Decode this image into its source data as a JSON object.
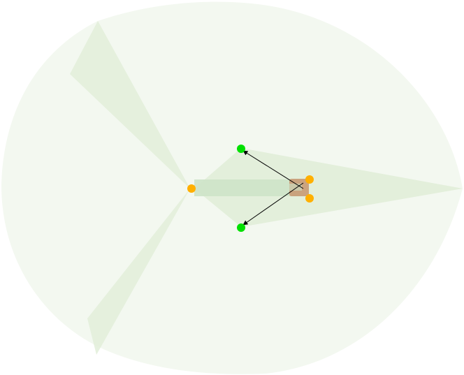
{
  "colors": {
    "background": "#ffffff",
    "coverage_region": "#f3f8f0",
    "sensor_cone": "#e2eed9",
    "corridor": "#cde3c8",
    "agent_body": "#c89a74",
    "anchor_node": "#ffb000",
    "target_node": "#00e000",
    "arrow": "#000000"
  },
  "diagram": {
    "nodes": [
      {
        "role": "anchor",
        "icon": "orange-dot"
      },
      {
        "role": "anchor",
        "icon": "orange-dot"
      },
      {
        "role": "anchor",
        "icon": "orange-dot"
      },
      {
        "role": "target",
        "icon": "green-dot"
      },
      {
        "role": "target",
        "icon": "green-dot"
      }
    ],
    "arrows": [
      {
        "from": "agent",
        "to": "target-1"
      },
      {
        "from": "agent",
        "to": "target-2"
      }
    ]
  }
}
